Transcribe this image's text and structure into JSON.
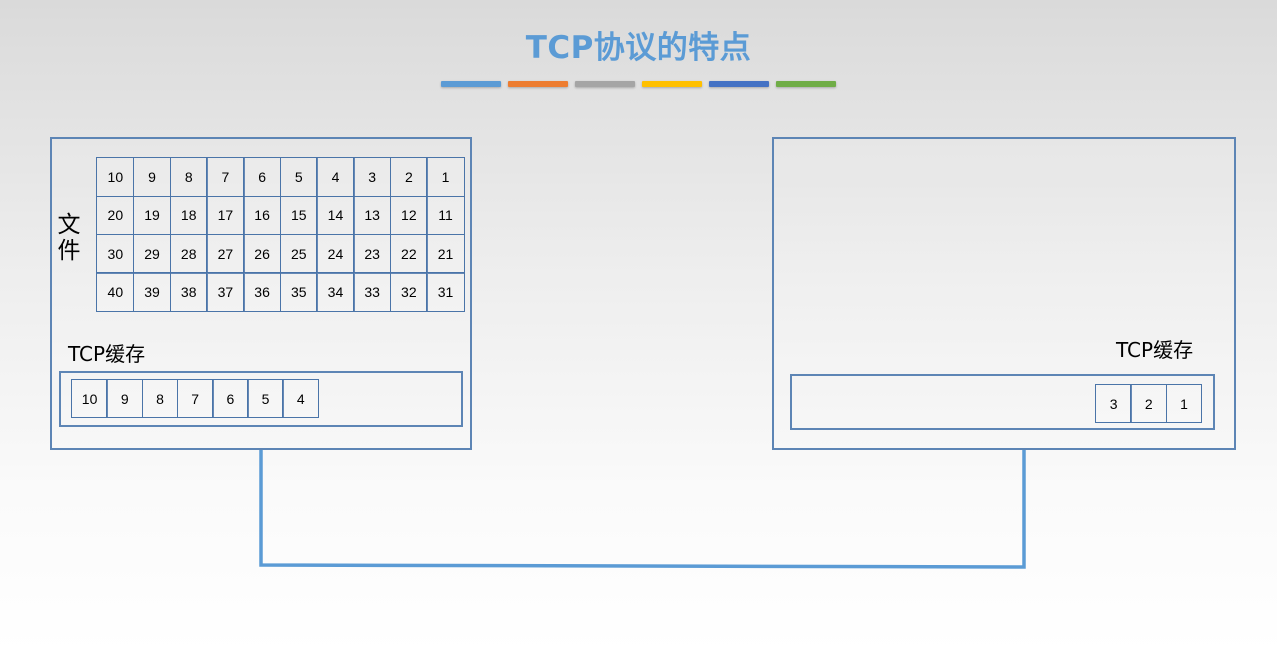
{
  "title": "TCP协议的特点",
  "color_bar": [
    "#5b9bd5",
    "#ed7d31",
    "#a5a5a5",
    "#ffc000",
    "#4472c4",
    "#70ad47"
  ],
  "sender": {
    "file_label": "文件",
    "file_rows": [
      [
        "10",
        "9",
        "8",
        "7",
        "6",
        "5",
        "4",
        "3",
        "2",
        "1"
      ],
      [
        "20",
        "19",
        "18",
        "17",
        "16",
        "15",
        "14",
        "13",
        "12",
        "11"
      ],
      [
        "30",
        "29",
        "28",
        "27",
        "26",
        "25",
        "24",
        "23",
        "22",
        "21"
      ],
      [
        "40",
        "39",
        "38",
        "37",
        "36",
        "35",
        "34",
        "33",
        "32",
        "31"
      ]
    ],
    "buffer_label": "TCP缓存",
    "buffer_cells": [
      "10",
      "9",
      "8",
      "7",
      "6",
      "5",
      "4"
    ]
  },
  "receiver": {
    "buffer_label": "TCP缓存",
    "buffer_cells": [
      "3",
      "2",
      "1"
    ]
  },
  "colors": {
    "accent": "#5b9bd5",
    "border": "#5d85b5"
  }
}
